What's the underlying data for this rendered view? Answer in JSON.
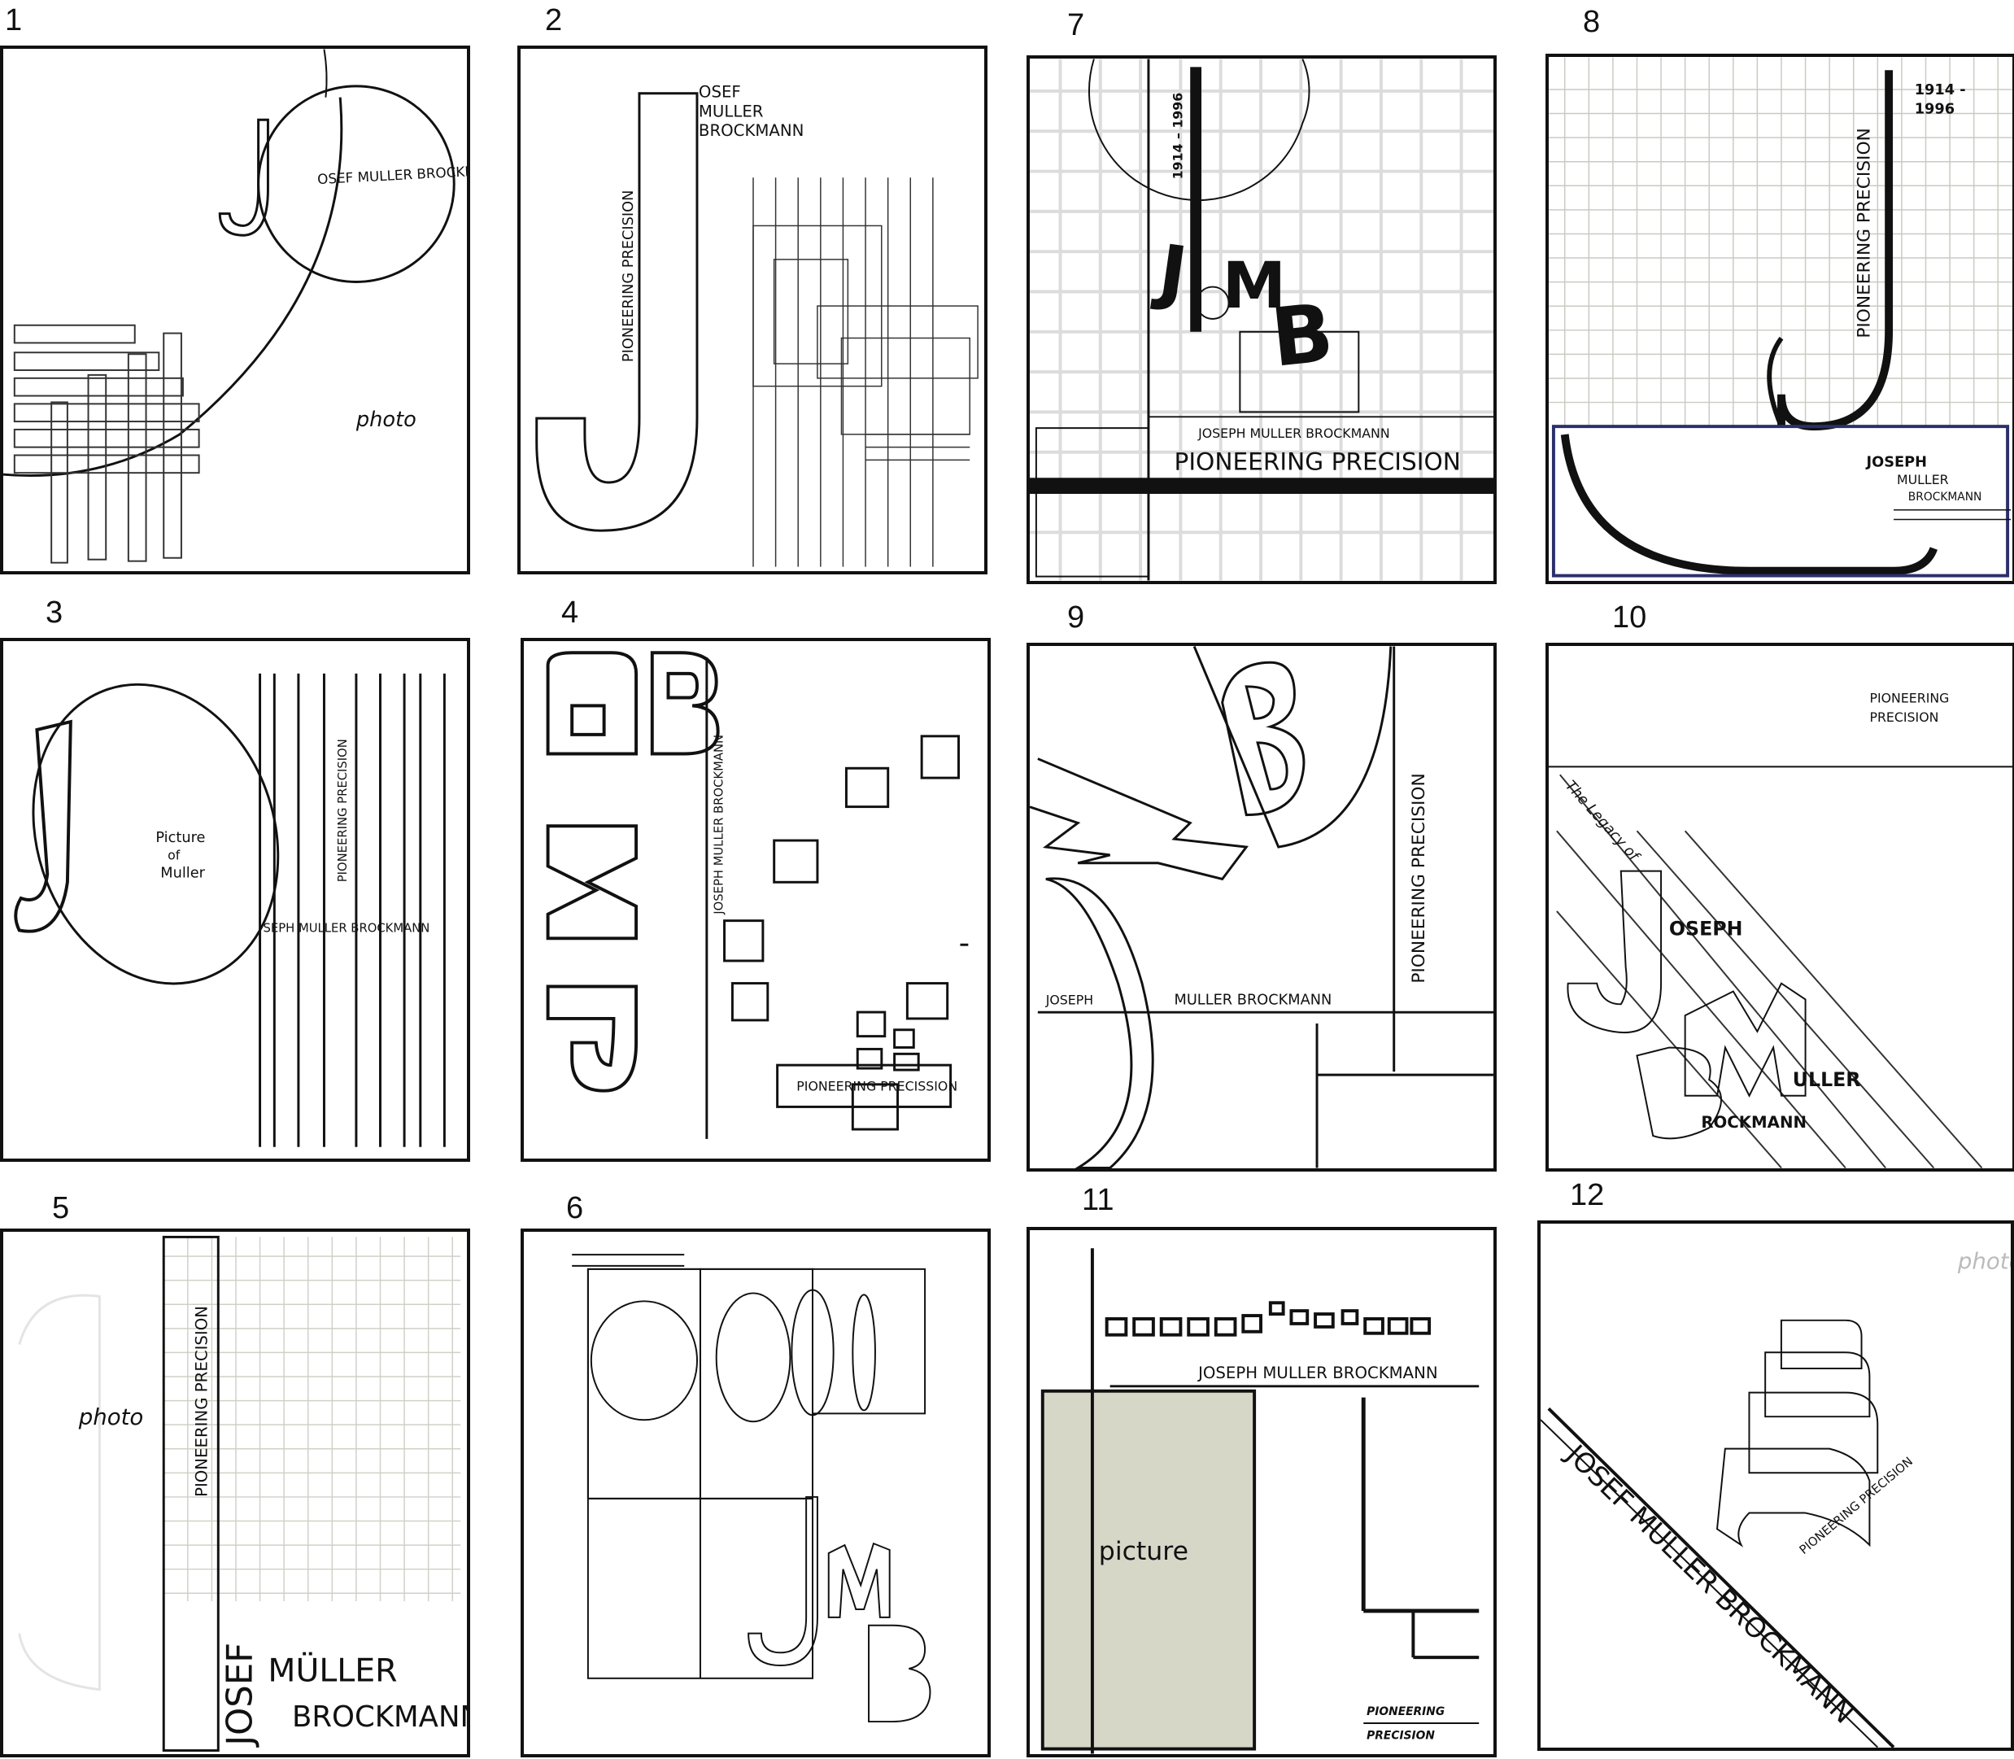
{
  "colors": {
    "ink": "#111111",
    "grid": "#d9dcd4",
    "picture_fill": "#d6d7c7",
    "frame_blue": "#2b2f6b"
  },
  "sketches": [
    {
      "number": "1",
      "texts": {
        "name": "OSEF MULLER BROCKMANN",
        "photo": "photo"
      }
    },
    {
      "number": "2",
      "texts": {
        "line1": "OSEF",
        "line2": "MULLER",
        "line3": "BROCKMANN",
        "tagline": "PIONEERING PRECISION"
      }
    },
    {
      "number": "3",
      "texts": {
        "pic1": "Picture",
        "pic2": "of",
        "pic3": "Muller",
        "tagline": "PIONEERING PRECISION",
        "name": "SEPH MULLER BROCKMANN"
      }
    },
    {
      "number": "4",
      "texts": {
        "name": "JOSEPH MULLER BROCKMANN",
        "tagline": "PIONEERING PRECISSION"
      }
    },
    {
      "number": "5",
      "texts": {
        "photo": "photo",
        "tagline": "PIONEERING PRECISION",
        "first": "JOSEF",
        "middle": "MÜLLER",
        "last": "BROCKMANN"
      }
    },
    {
      "number": "6",
      "texts": {}
    },
    {
      "number": "7",
      "texts": {
        "years": "1914 – 1996",
        "name": "JOSEPH MULLER BROCKMANN",
        "tagline": "PIONEERING PRECISION"
      }
    },
    {
      "number": "8",
      "texts": {
        "tagline": "PIONEERING PRECISION",
        "years1": "1914 -",
        "years2": "1996",
        "name1": "JOSEPH",
        "name2": "MULLER",
        "name3": "BROCKMANN"
      }
    },
    {
      "number": "9",
      "texts": {
        "tagline": "PIONEERING PRECISION",
        "first": "JOSEPH",
        "rest": "MULLER BROCKMANN"
      }
    },
    {
      "number": "10",
      "texts": {
        "tag1": "PIONEERING",
        "tag2": "PRECISION",
        "legacy": "The Legacy of",
        "oseph": "OSEPH",
        "uller": "ULLER",
        "rockmann": "ROCKMANN"
      }
    },
    {
      "number": "11",
      "texts": {
        "name": "JOSEPH MULLER BROCKMANN",
        "picture": "picture",
        "tag1": "PIONEERING",
        "tag2": "PRECISION"
      }
    },
    {
      "number": "12",
      "texts": {
        "photo": "photo",
        "name": "JOSEF MULLER BROCKMANN",
        "tagline": "PIONEERING PRECISION"
      }
    }
  ]
}
